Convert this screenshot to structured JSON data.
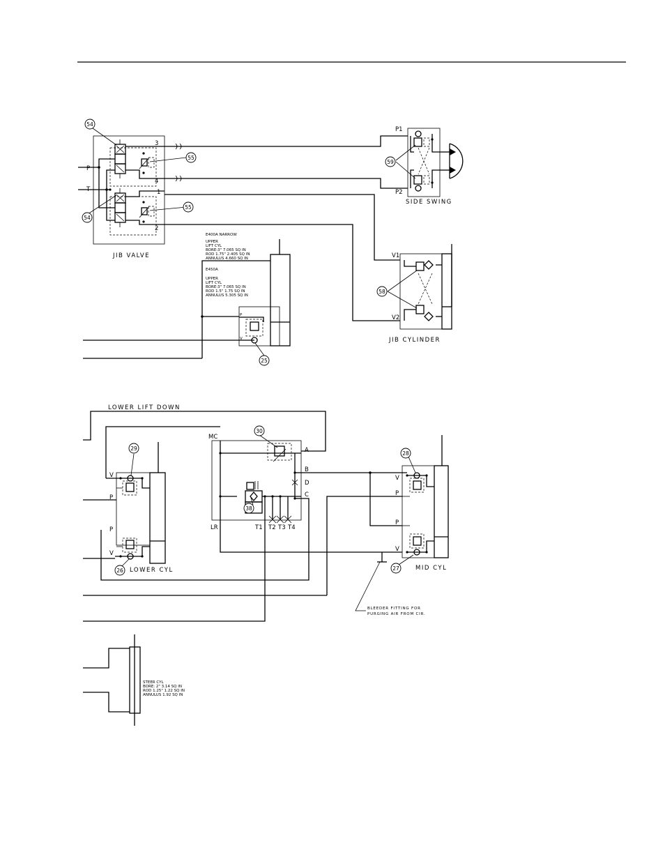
{
  "jib": {
    "valve_title": "JIB VALVE",
    "port_p": "P",
    "port_t": "T",
    "port_3": "3",
    "port_4": "4",
    "port_1": "1",
    "port_2": "2"
  },
  "side_swing": {
    "title": "SIDE SWING",
    "port_p1": "P1",
    "port_p2": "P2"
  },
  "jib_cylinder": {
    "title": "JIB CYLINDER",
    "port_v1": "V1",
    "port_v2": "V2"
  },
  "upper_lift": {
    "narrow_header": "E400A NARROW",
    "narrow_lines": [
      "UPPER",
      "LIFT CYL",
      "BORE:3\"    7.065 SQ IN",
      "ROD   1.75\"  2.405 SQ IN",
      "ANNULUS     4.660 SQ IN"
    ],
    "wide_header": "E450A",
    "wide_lines": [
      "UPPER",
      "LIFT CYL",
      "BORE:3\"    7.065 SQ IN",
      "ROD   1.5\"   1.75 SQ IN",
      "ANNULUS     5.305 SQ IN"
    ],
    "port_p": "P",
    "port_v": "V"
  },
  "lower_lift": {
    "line_label": "LOWER LIFT DOWN",
    "cyl_title": "LOWER CYL",
    "port_v_top": "V",
    "port_p_top": "P",
    "port_p_bot": "P",
    "port_v_bot": "V"
  },
  "manifold": {
    "port_mc": "MC",
    "port_a": "A",
    "port_b": "B",
    "port_d": "D",
    "port_c": "C",
    "port_lr": "LR",
    "port_t1": "T1",
    "port_t2": "T2",
    "port_t3": "T3",
    "port_t4": "T4"
  },
  "mid_lift": {
    "cyl_title": "MID CYL",
    "port_v_top": "V",
    "port_p_top": "P",
    "port_p_bot": "P",
    "port_v_bot": "V",
    "bleeder_line1": "BLEEDER FITTING FOR",
    "bleeder_line2": "PURGING AIR FROM CIR."
  },
  "steer": {
    "lines": [
      "STEER CYL",
      "BORE: 2\"   3.14 SQ IN",
      "ROD   1.25\"  1.22 SQ IN",
      "ANNULUS     1.92 SQ IN"
    ]
  },
  "callouts": {
    "c54a": "54",
    "c54b": "54",
    "c55a": "55",
    "c55b": "55",
    "c59": "59",
    "c58": "58",
    "c25": "25",
    "c29": "29",
    "c26": "26",
    "c30": "30",
    "c38": "38",
    "c28": "28",
    "c27": "27"
  }
}
